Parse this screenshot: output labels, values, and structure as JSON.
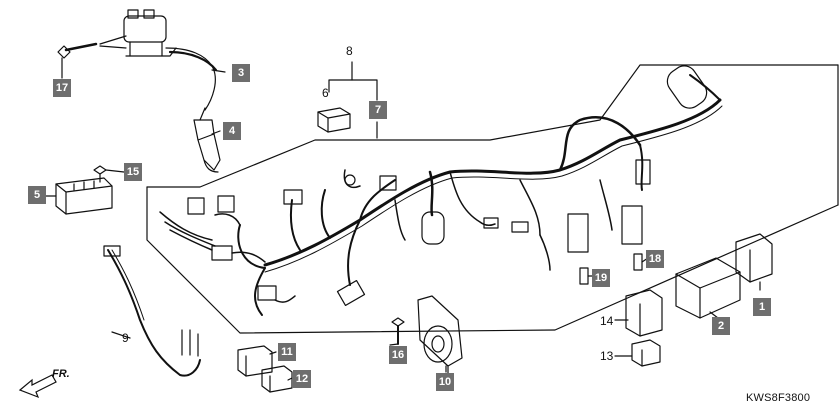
{
  "diagram": {
    "code": "KWS8F3800",
    "direction_label": "FR.",
    "callouts": {
      "c1": "1",
      "c2": "2",
      "c3": "3",
      "c4": "4",
      "c5": "5",
      "c6": "6",
      "c7": "7",
      "c8": "8",
      "c9": "9",
      "c10": "10",
      "c11": "11",
      "c12": "12",
      "c13": "13",
      "c14": "14",
      "c15": "15",
      "c16": "16",
      "c17": "17",
      "c18": "18",
      "c19": "19"
    }
  }
}
